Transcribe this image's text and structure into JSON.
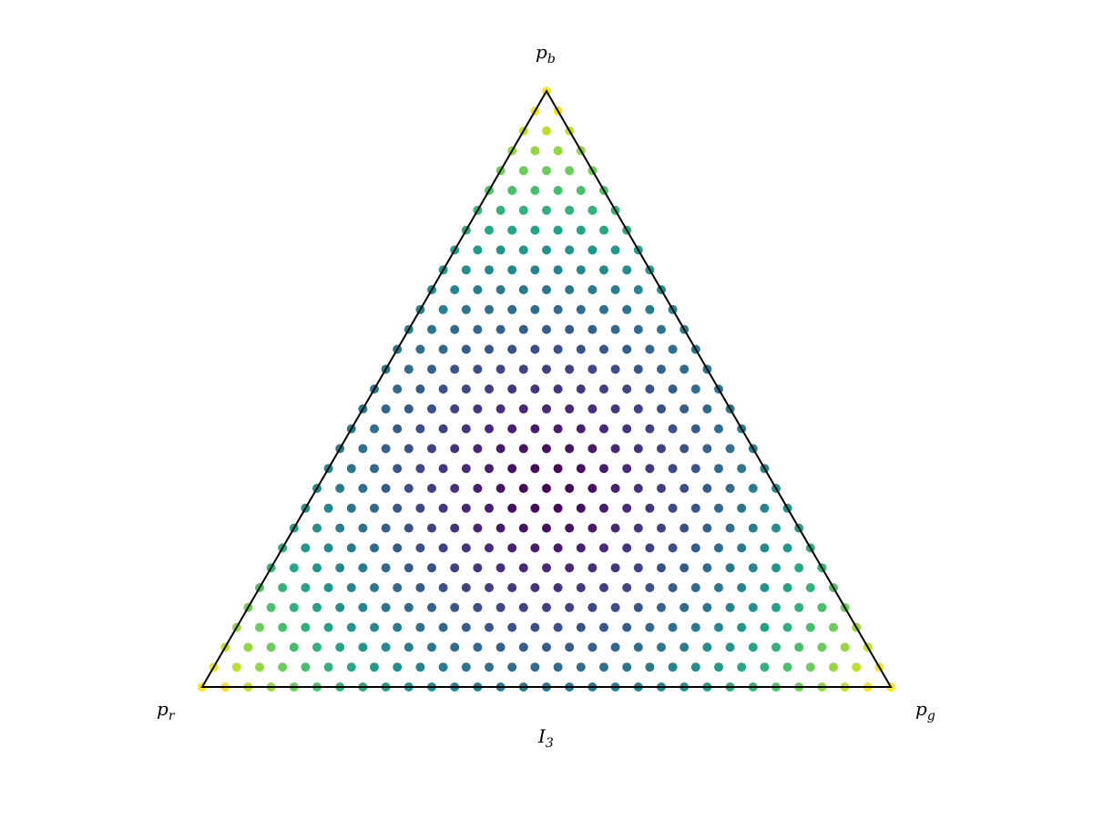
{
  "chart_data": {
    "type": "scatter",
    "projection": "ternary",
    "axes": {
      "top": "p",
      "top_sub": "b",
      "left": "p",
      "left_sub": "r",
      "right": "p",
      "right_sub": "g"
    },
    "value_name": "I",
    "value_name_sub": "3",
    "colormap": "viridis",
    "grid_divisions": 30,
    "triangle_border": true,
    "marker": "circle",
    "colormap_stops": [
      "#440154",
      "#482878",
      "#3e4989",
      "#31688e",
      "#26828e",
      "#1f9e89",
      "#35b779",
      "#6ece58",
      "#b5de2b",
      "#fde725"
    ]
  }
}
